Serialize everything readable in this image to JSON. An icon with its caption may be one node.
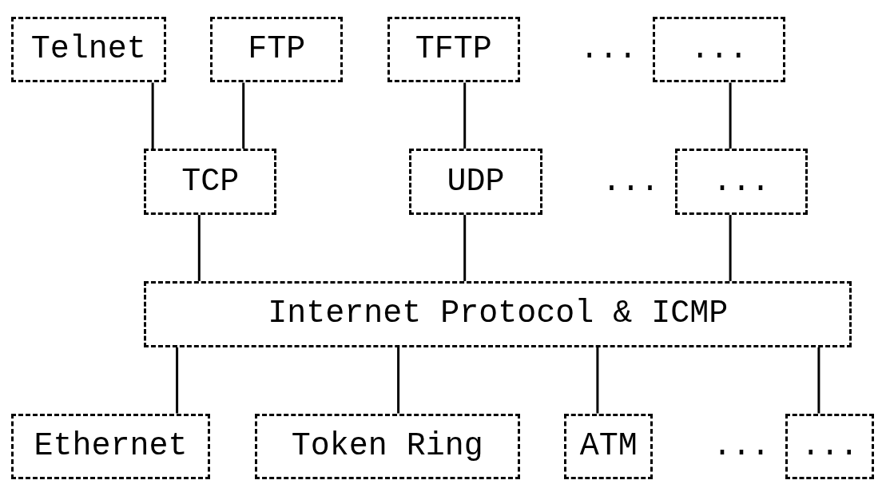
{
  "diagram": {
    "nodes": [
      {
        "text": [
          "Telnet"
        ]
      },
      {
        "text": [
          "FTP"
        ]
      },
      {
        "text": [
          "TFTP"
        ]
      },
      {
        "text": [
          "..."
        ]
      },
      {
        "text": [
          "TCP"
        ]
      },
      {
        "text": [
          "UDP"
        ]
      },
      {
        "text": [
          "..."
        ]
      },
      {
        "text": [
          "Internet Protocol & ICMP"
        ]
      },
      {
        "text": [
          "Ethernet"
        ]
      },
      {
        "text": [
          "Token Ring"
        ]
      },
      {
        "text": [
          "ATM"
        ]
      },
      {
        "text": [
          "..."
        ]
      }
    ],
    "edges": [
      {
        "from": 0,
        "to": 4,
        "arrow": "none"
      },
      {
        "from": 1,
        "to": 4,
        "arrow": "none"
      },
      {
        "from": 2,
        "to": 5,
        "arrow": "none"
      },
      {
        "from": 3,
        "to": 6,
        "arrow": "none"
      },
      {
        "from": 4,
        "to": 7,
        "arrow": "none"
      },
      {
        "from": 5,
        "to": 7,
        "arrow": "none"
      },
      {
        "from": 6,
        "to": 7,
        "arrow": "none"
      },
      {
        "from": 7,
        "to": 8,
        "arrow": "none"
      },
      {
        "from": 7,
        "to": 9,
        "arrow": "none"
      },
      {
        "from": 7,
        "to": 10,
        "arrow": "none"
      },
      {
        "from": 7,
        "to": 11,
        "arrow": "none"
      }
    ],
    "labels": [
      "...",
      "...",
      "..."
    ]
  }
}
